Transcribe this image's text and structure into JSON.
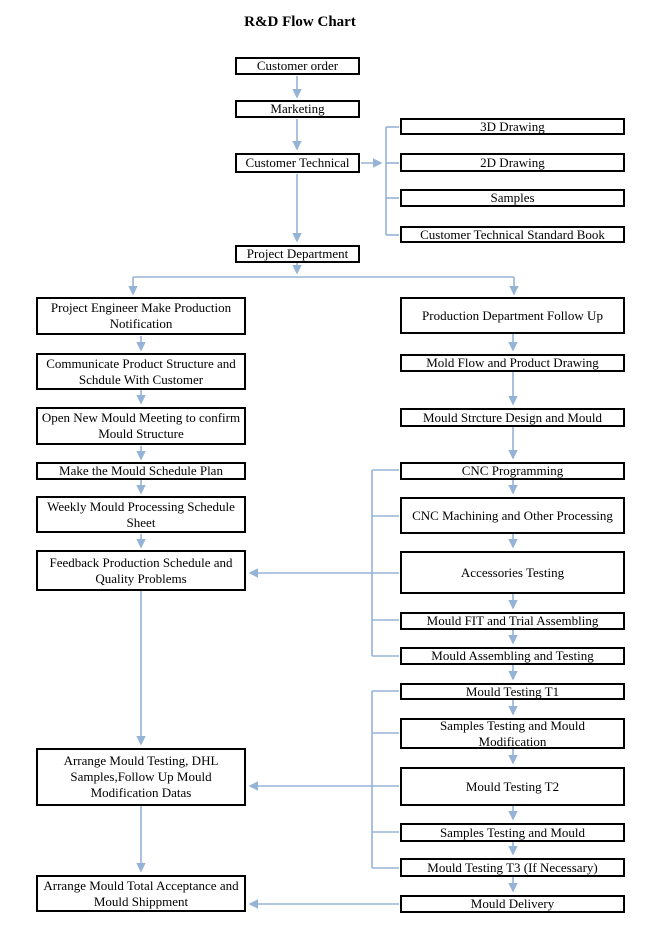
{
  "title": "R&D Flow Chart",
  "colors": {
    "connector": "#95b3d7",
    "box_border": "#000000",
    "box_fill": "#ffffff",
    "text": "#000000"
  },
  "top_flow": [
    {
      "label": "Customer order"
    },
    {
      "label": "Marketing"
    },
    {
      "label": "Customer Technical"
    },
    {
      "label": "Project Department"
    }
  ],
  "customer_inputs": [
    {
      "label": "3D Drawing"
    },
    {
      "label": "2D Drawing"
    },
    {
      "label": "Samples"
    },
    {
      "label": "Customer Technical Standard Book"
    }
  ],
  "left_column": [
    {
      "label": "Project Engineer Make Production Notification"
    },
    {
      "label": "Communicate Product Structure and Schdule With Customer"
    },
    {
      "label": "Open New Mould Meeting to confirm Mould Structure"
    },
    {
      "label": "Make the Mould Schedule Plan"
    },
    {
      "label": "Weekly Mould  Processing Schedule Sheet"
    },
    {
      "label": "Feedback Production Schedule and Quality Problems"
    },
    {
      "label": "Arrange Mould Testing, DHL Samples,Follow Up Mould Modification Datas"
    },
    {
      "label": "Arrange Mould Total Acceptance and Mould Shippment"
    }
  ],
  "right_column": [
    {
      "label": "Production Department Follow Up"
    },
    {
      "label": "Mold Flow and Product Drawing"
    },
    {
      "label": "Mould Strcture Design and Mould"
    },
    {
      "label": "CNC Programming"
    },
    {
      "label": "CNC Machining and Other Processing"
    },
    {
      "label": "Accessories Testing"
    },
    {
      "label": "Mould FIT and Trial Assembling"
    },
    {
      "label": "Mould Assembling and Testing"
    },
    {
      "label": "Mould Testing T1"
    },
    {
      "label": "Samples Testing and Mould Modification"
    },
    {
      "label": "Mould Testing T2"
    },
    {
      "label": "Samples Testing and Mould"
    },
    {
      "label": "Mould Testing T3 (If  Necessary)"
    },
    {
      "label": "Mould Delivery"
    }
  ]
}
